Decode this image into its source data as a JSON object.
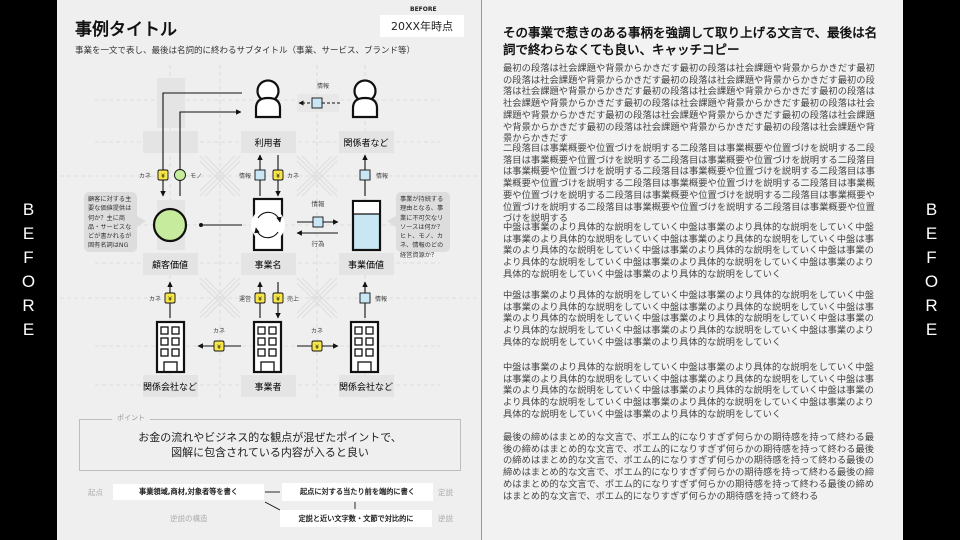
{
  "side_label": [
    "B",
    "E",
    "F",
    "O",
    "R",
    "E"
  ],
  "header": {
    "title": "事例タイトル",
    "before_label": "BEFORE",
    "date": "20XX年時点",
    "subtitle": "事業を一文で表し、最後は名詞的に終わるサブタイトル（事業、サービス、ブランド等）"
  },
  "diagram": {
    "nodes": {
      "user": "利用者",
      "stakeholder": "関係者など",
      "customer_value": "顧客価値",
      "business_name": "事業名",
      "business_value": "事業価値",
      "partner_left": "関係会社など",
      "operator": "事業者",
      "partner_right": "関係会社など"
    },
    "flows": {
      "info": "情報",
      "money": "カネ",
      "goods": "モノ",
      "action": "行為",
      "operation": "運営",
      "sales": "売上"
    },
    "bubble_left": "顧客に対する主要な価値提供は何か？主に商品・サービスなどが書かれるが固有名詞はNG",
    "bubble_right": "事業が持続する理由となる、事業に不可欠なリソースは何か？ヒト、モノ、カネ、情報のどの経営資源か？",
    "yen": "¥",
    "colors": {
      "green": "#c6eb9c",
      "blue": "#c9e6f5",
      "yellow": "#f7e64a"
    }
  },
  "point": {
    "label": "ポイント",
    "text_line1": "お金の流れやビジネス的な観点が混ぜたポイントで、",
    "text_line2": "図解に包含されている内容が入ると良い"
  },
  "structure": {
    "start_label": "起点",
    "start_box": "事業領域,商材,対象者等を書く",
    "thesis_box": "起点に対する当たり前を端的に書く",
    "thesis_label": "定説",
    "paradox_structure": "逆説の構造",
    "paradox_box": "定説と近い文字数・文節で対比的に",
    "paradox_label": "逆説"
  },
  "article": {
    "heading": "その事業で惹きのある事柄を強調して取り上げる文言で、最後は名詞で終わらなくても良い、キャッチコピー",
    "paragraphs": [
      "最初の段落は社会課題や背景からかきだす最初の段落は社会課題や背景からかきだす最初の段落は社会課題や背景からかきだす最初の段落は社会課題や背景からかきだす最初の段落は社会課題や背景からかきだす最初の段落は社会課題や背景からかきだす最初の段落は社会課題や背景からかきだす最初の段落は社会課題や背景からかきだす最初の段落は社会課題や背景からかきだす最初の段落は社会課題や背景からかきだす最初の段落は社会課題や背景からかきだす最初の段落は社会課題や背景からかきだす最初の段落は社会課題や背景からかきだす",
      "二段落目は事業概要や位置づけを説明する二段落目は事業概要や位置づけを説明する二段落目は事業概要や位置づけを説明する二段落目は事業概要や位置づけを説明する二段落目は事業概要や位置づけを説明する二段落目は事業概要や位置づけを説明する二段落目は事業概要や位置づけを説明する二段落目は事業概要や位置づけを説明する二段落目は事業概要や位置づけを説明する二段落目は事業概要や位置づけを説明する二段落目は事業概要や位置づけを説明する二段落目は事業概要や位置づけを説明する二段落目は事業概要や位置づけを説明する",
      "中盤は事業のより具体的な説明をしていく中盤は事業のより具体的な説明をしていく中盤は事業のより具体的な説明をしていく中盤は事業のより具体的な説明をしていく中盤は事業のより具体的な説明をしていく中盤は事業のより具体的な説明をしていく中盤は事業のより具体的な説明をしていく中盤は事業のより具体的な説明をしていく中盤は事業のより具体的な説明をしていく中盤は事業のより具体的な説明をしていく",
      "中盤は事業のより具体的な説明をしていく中盤は事業のより具体的な説明をしていく中盤は事業のより具体的な説明をしていく中盤は事業のより具体的な説明をしていく中盤は事業のより具体的な説明をしていく中盤は事業のより具体的な説明をしていく中盤は事業のより具体的な説明をしていく中盤は事業のより具体的な説明をしていく中盤は事業のより具体的な説明をしていく中盤は事業のより具体的な説明をしていく",
      "中盤は事業のより具体的な説明をしていく中盤は事業のより具体的な説明をしていく中盤は事業のより具体的な説明をしていく中盤は事業のより具体的な説明をしていく中盤は事業のより具体的な説明をしていく中盤は事業のより具体的な説明をしていく中盤は事業のより具体的な説明をしていく中盤は事業のより具体的な説明をしていく中盤は事業のより具体的な説明をしていく中盤は事業のより具体的な説明をしていく",
      "最後の締めはまとめ的な文言で、ポエム的になりすぎず何らかの期待感を持って終わる最後の締めはまとめ的な文言で、ポエム的になりすぎず何らかの期待感を持って終わる最後の締めはまとめ的な文言で、ポエム的になりすぎず何らかの期待感を持って終わる最後の締めはまとめ的な文言で、ポエム的になりすぎず何らかの期待感を持って終わる最後の締めはまとめ的な文言で、ポエム的になりすぎず何らかの期待感を持って終わる最後の締めはまとめ的な文言で、ポエム的になりすぎず何らかの期待感を持って終わる"
    ]
  }
}
